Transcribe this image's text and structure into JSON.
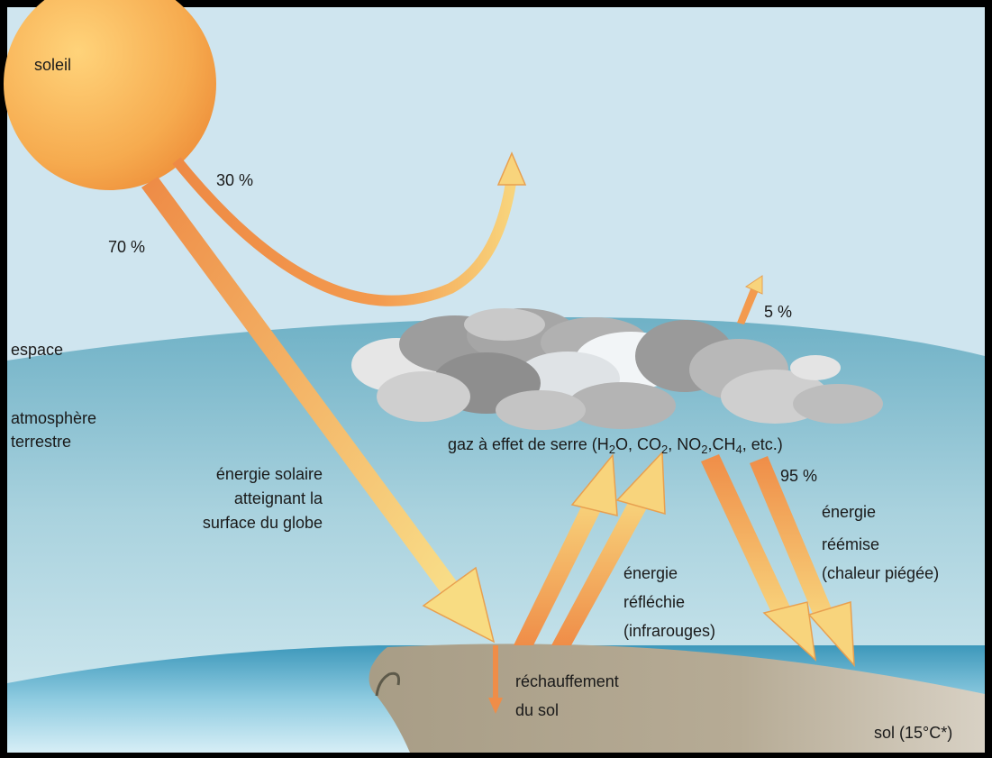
{
  "labels": {
    "sun": "soleil",
    "reflected_pct": "30 %",
    "incoming_pct": "70 %",
    "space": "espace",
    "atmosphere_line1": "atmosphère",
    "atmosphere_line2": "terrestre",
    "solar_line1": "énergie solaire",
    "solar_line2": "atteignant la",
    "solar_line3": "surface du globe",
    "escape_pct": "5 %",
    "gas_prefix": "gaz à effet de serre (H",
    "gas_h2o_tail": "O, CO",
    "gas_co2_tail": ", NO",
    "gas_no2_tail": ",CH",
    "gas_suffix": ", etc.)",
    "sub_2": "2",
    "sub_4": "4",
    "trapped_pct": "95 %",
    "reemitted_line1": "énergie",
    "reemitted_line2": "réémise",
    "reemitted_line3": "(chaleur piégée)",
    "reflected_line1": "énergie",
    "reflected_line2": "réfléchie",
    "reflected_line3": "(infrarouges)",
    "warming_line1": "réchauffement",
    "warming_line2": "du sol",
    "ground": "sol (15°C*)"
  },
  "colors": {
    "sky": "#cfe5ef",
    "atmosphere": "#8fc2d3",
    "ocean": "#5aa9c6",
    "ground": "#b3a791",
    "sun": "#f5a84a",
    "arrow_orange": "#f0904a",
    "arrow_yellow": "#f8d878",
    "cloud": "#b8b8b8"
  }
}
